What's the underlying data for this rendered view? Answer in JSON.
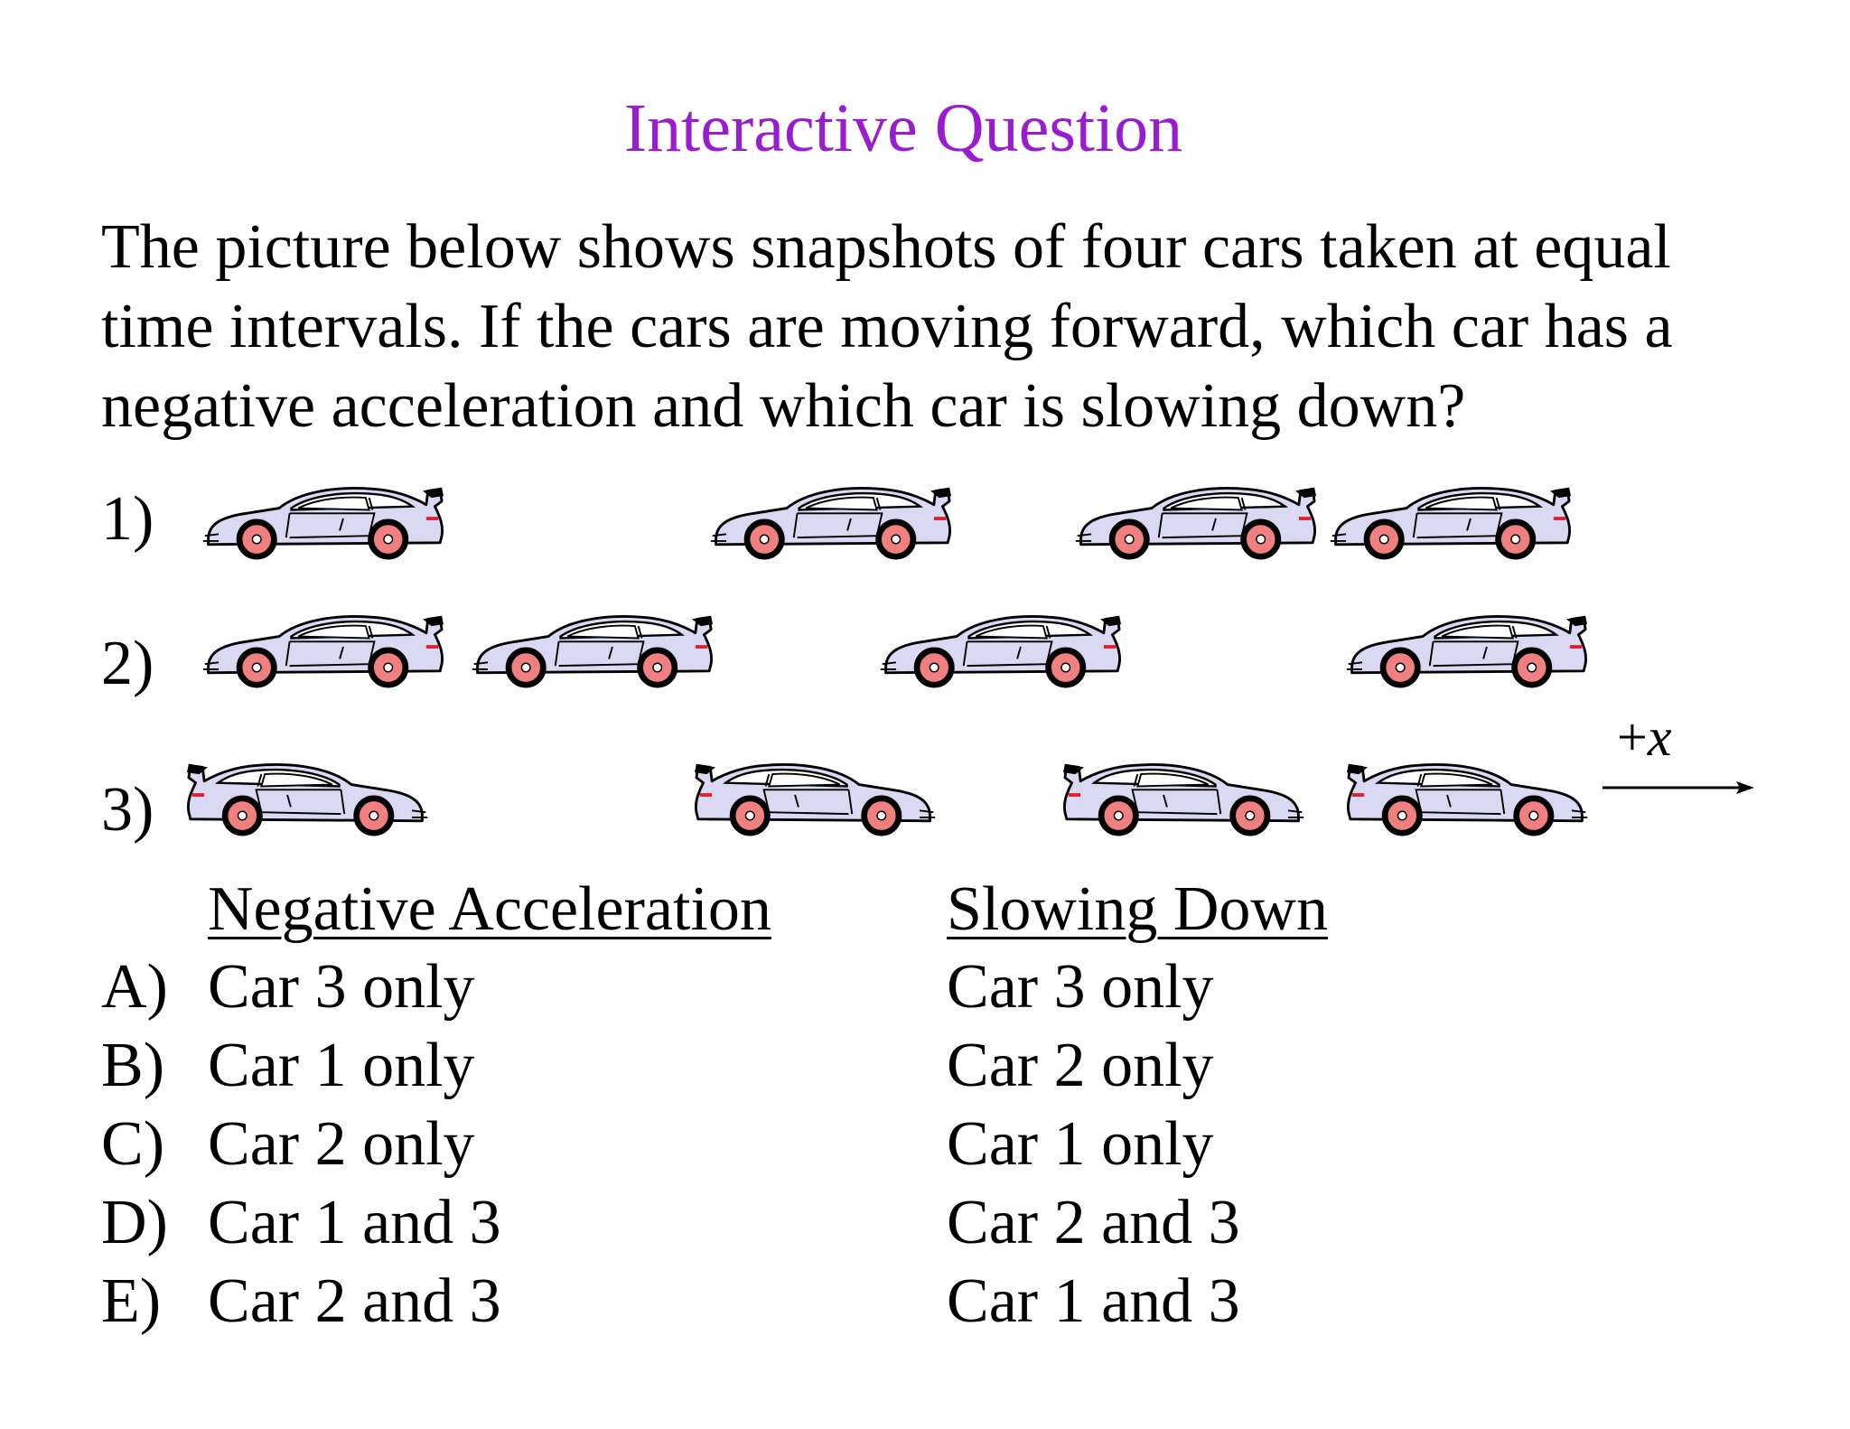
{
  "title": "Interactive Question",
  "question": {
    "lines": [
      "The picture below shows snapshots of four cars taken at equal",
      "time intervals.  If the cars are moving forward, which car has a",
      "negative acceleration and which car is slowing down?"
    ]
  },
  "rows": [
    {
      "label": "1)",
      "car_icon": "car-right-icon"
    },
    {
      "label": "2)",
      "car_icon": "car-right-icon"
    },
    {
      "label": "3)",
      "car_icon": "car-left-icon"
    }
  ],
  "axis": {
    "label_plus": "+",
    "label_var": "x",
    "icon": "arrow-right-icon"
  },
  "columns": {
    "negative": "Negative Acceleration",
    "slowing": "Slowing Down"
  },
  "answers": [
    {
      "letter": "A)",
      "negative": "Car 3 only",
      "slowing": "Car 3 only"
    },
    {
      "letter": "B)",
      "negative": "Car 1 only",
      "slowing": "Car 2 only"
    },
    {
      "letter": "C)",
      "negative": "Car 2 only",
      "slowing": "Car 1 only"
    },
    {
      "letter": "D)",
      "negative": "Car 1 and 3",
      "slowing": "Car 2 and 3"
    },
    {
      "letter": "E)",
      "negative": "Car 2 and 3",
      "slowing": "Car 1 and 3"
    }
  ],
  "colors": {
    "title": "#9a1ccf",
    "car_body": "#d9d9f3",
    "wheel": "#f08080",
    "tail_light": "#e0202a"
  }
}
